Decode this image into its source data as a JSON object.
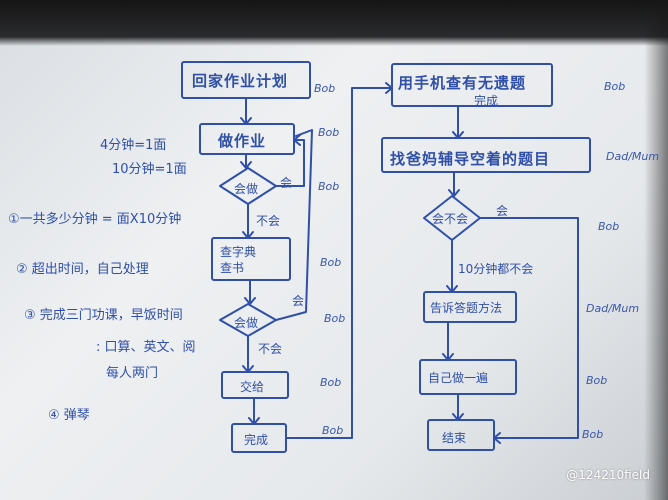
{
  "left_flow": {
    "title": "回家作业计划",
    "do_homework": "做作业",
    "q_can_do": "会做",
    "yes": "会",
    "no": "不会",
    "lookup": "查字典\n查书",
    "q_can_do_2": "会做",
    "yes_2": "会",
    "no_2": "不会",
    "check": "交给",
    "done": "完成"
  },
  "right_flow": {
    "step1": "用手机查有无遗题",
    "step1_sub": "完成",
    "step2": "找爸妈辅导空着的题目",
    "q_can_do": "会不会",
    "yes": "会",
    "no_note": "10分钟都不会",
    "teach": "告诉答题方法",
    "redo": "自己做一遍",
    "done": "结束"
  },
  "owners": {
    "title_owner": "Bob",
    "homework_owner": "Bob",
    "decision_owner": "Bob",
    "lookup_owner": "Bob",
    "decision2_owner": "Bob",
    "check_owner": "Bob",
    "done_owner": "Bob",
    "r1_owner": "Bob",
    "r2_owner": "Dad/Mum",
    "r3_owner": "Bob",
    "r4_owner": "Dad/Mum",
    "r5_owner": "Bob",
    "r6_owner": "Bob"
  },
  "notes": {
    "rate1": "4分钟=1面",
    "rate2": "10分钟=1面",
    "rule1": "①一共多少分钟 = 面X10分钟",
    "rule2": "② 超出时间，自己处理",
    "rule3a": "③ 完成三门功课，早饭时间",
    "rule3b": ": 口算、英文、阅",
    "rule3c": "每人两门",
    "rule4": "④ 弹琴"
  },
  "watermark": "@124210field"
}
